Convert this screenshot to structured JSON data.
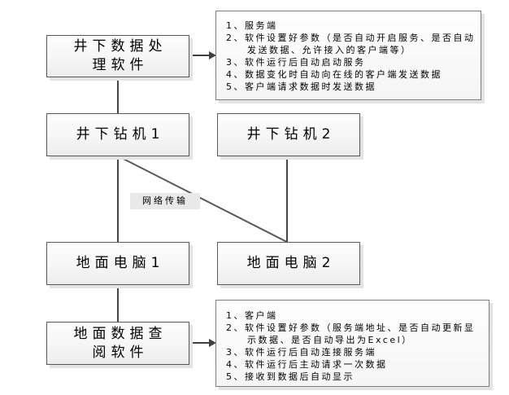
{
  "diagram": {
    "colors": {
      "background": "#ffffff",
      "connector_line": "#454545",
      "node_border": "#595959",
      "node_fill_top": "#fdfdfd",
      "node_fill_bottom": "#ececec",
      "box_shadow": "#e3e3e3",
      "notes_border": "#7f7f7f",
      "edge_label_bg": "#e9e9e9",
      "text": "#000000"
    },
    "nodes": {
      "underground_software": {
        "label": "井下数据处\n理软件"
      },
      "drill1": {
        "label": "井下钻机1"
      },
      "drill2": {
        "label": "井下钻机2"
      },
      "pc1": {
        "label": "地面电脑1"
      },
      "pc2": {
        "label": "地面电脑2"
      },
      "surface_software": {
        "label": "地面数据查\n阅软件"
      }
    },
    "edge_label": "网络传输",
    "server_notes": {
      "items": [
        "1、服务端",
        "2、软件设置好参数（是否自动开启服务、是否自动发送数据、允许接入的客户端等）",
        "3、软件运行后自动启动服务",
        "4、数据变化时自动向在线的客户端发送数据",
        "5、客户端请求数据时发送数据"
      ]
    },
    "client_notes": {
      "items": [
        "1、客户端",
        "2、软件设置好参数（服务端地址、是否自动更新显示数据、是否自动导出为Excel）",
        "3、软件运行后自动连接服务端",
        "4、软件运行后主动请求一次数据",
        "5、接收到数据后自动显示"
      ]
    }
  }
}
